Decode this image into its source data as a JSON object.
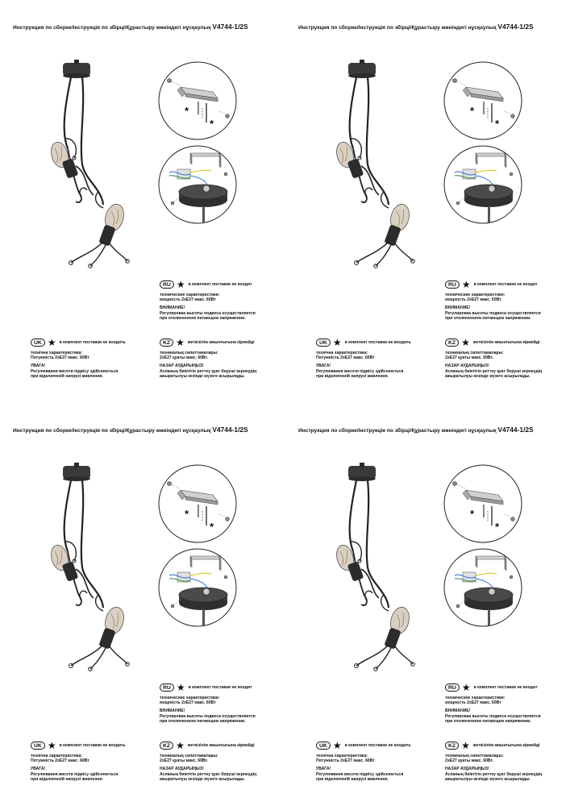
{
  "title_prefix": "Инструкция по сборке/Інструкція по збірці/Құрастыру жөніндегі нұсқаулық",
  "model": "V4744-1/2S",
  "ru": {
    "code": "RU",
    "not_included": "в комплект поставки не входит",
    "spec_header": "технические характеристики:",
    "power": "мощность 2xE27 макс. 60Вт",
    "warning_title": "ВНИМАНИЕ!",
    "warning_line1": "Регулировка высоты подвеса осуществляется",
    "warning_line2": "при отключенном питающем напряжении."
  },
  "uk": {
    "code": "UK",
    "not_included": "в комплект поставки не входить",
    "spec_header": "технічна характеристика:",
    "power": "Потужність 2xE27 макс. 60Вт",
    "warning_title": "УВАГА!",
    "warning_line1": "Регулювання висоти підвісу здійснюється",
    "warning_line2": "при відключеній напрузі живлення."
  },
  "kz": {
    "code": "KZ",
    "not_included": "жеткізілім жиынтығына кірмейді",
    "spec_header": "техникалық сипаттамалары:",
    "power": "2xE27 қуаты макс. 60Вт.",
    "warning_title": "НАЗАР АУДАРЫҢЫЗ!",
    "warning_line1": "Аспаның биіктігін реттеу қуат беруші кернеудің",
    "warning_line2": "ажыратылуы кезінде жүзеге асырылады."
  },
  "icons": {
    "star": "asterisk-icon",
    "lamp": "pendant-lamp-illustration",
    "mount": "mounting-bracket-illustration",
    "wiring": "wiring-illustration"
  }
}
